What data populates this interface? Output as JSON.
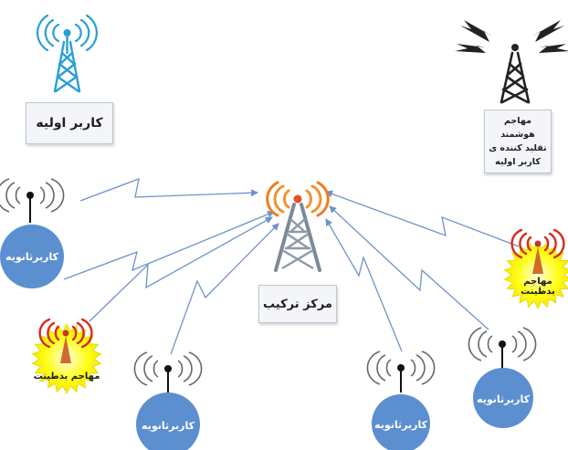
{
  "labels": {
    "primary_user": "کاربر اولیه",
    "smart_attacker": "مهاجم\nهوشمند\nتقلید کننده ی\nکاربر اولیه",
    "fusion_center": "مرکز ترکیب",
    "secondary_user": "کاربرثانویه",
    "malicious_attacker": "مهاجم بدطینت"
  },
  "colors": {
    "secondary_user_fill": "#5b8fcf",
    "malicious_attacker_fill": "#ffff1a",
    "arrow": "#6f93c8",
    "fusion_tower": "#7a8a99",
    "signal_orange": "#f2922a",
    "signal_red": "#d62c1e",
    "primary_tower": "#2a9fd6",
    "attacker_tower": "#222222",
    "box_fill": "#f3f5f8"
  }
}
